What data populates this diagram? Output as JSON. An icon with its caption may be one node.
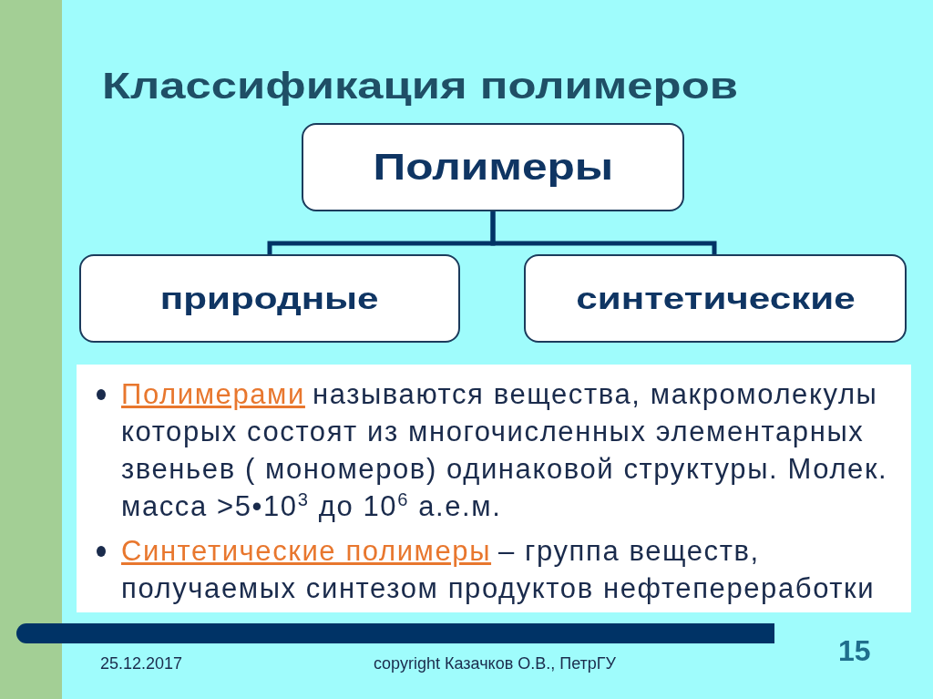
{
  "diagram": {
    "title": "Классификация полимеров",
    "nodes": [
      {
        "text": [
          "Полимеры"
        ]
      },
      {
        "text": [
          "природные"
        ]
      },
      {
        "text": [
          "синтетические"
        ]
      }
    ],
    "edges": [
      {
        "from": 0,
        "to": 1,
        "arrow": "none"
      },
      {
        "from": 0,
        "to": 2,
        "arrow": "none"
      }
    ],
    "labels": [
      "Полимерами",
      "называются вещества, макромолекулы которых состоят из многочисленных элементарных звеньев ( мономеров) одинаковой структуры. Молек. масса >5•10$^{3}$ до 10$^{6}$ а.е.м.",
      "Синтетические полимеры",
      "– группа веществ, получаемых синтезом продуктов нефтепереработки",
      "25.12.2017",
      "copyright Казачков О.В., ПетрГУ",
      "15"
    ]
  }
}
